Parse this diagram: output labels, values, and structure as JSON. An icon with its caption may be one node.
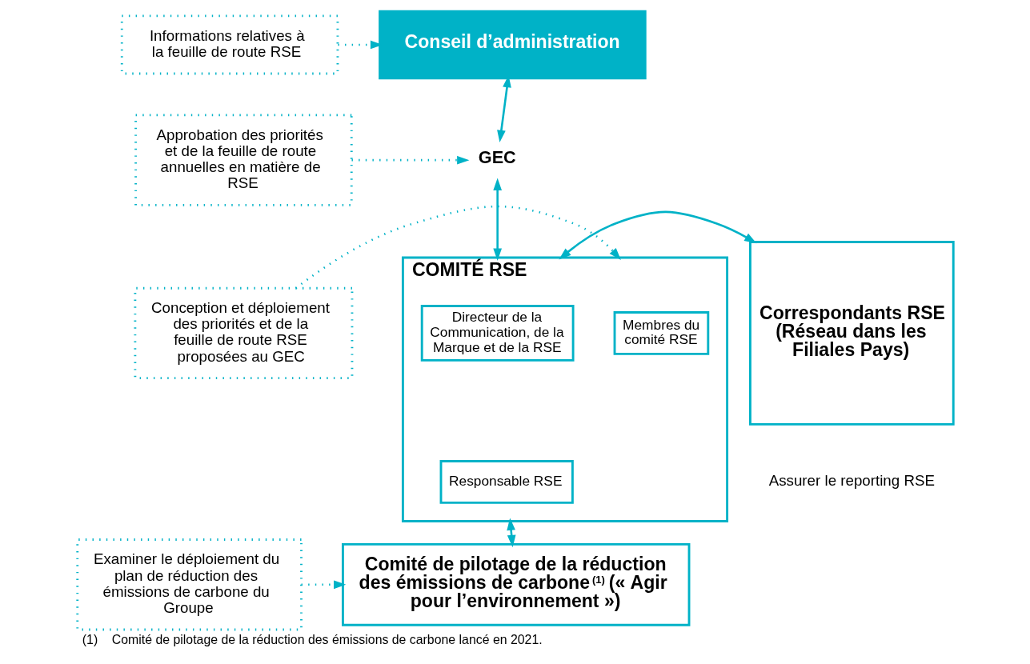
{
  "diagram": {
    "caption": "(1)    Comité de pilotage de la réduction des émissions de carbone lancé en 2021.",
    "nodes": [
      {
        "text": [
          "Informations relatives à la feuille de route RSE"
        ]
      },
      {
        "text": [
          "Conseil d’administration"
        ]
      },
      {
        "text": [
          "Approbation des priorités et de la feuille de route annuelles en matière de RSE"
        ]
      },
      {
        "text": [
          "GEC"
        ]
      },
      {
        "text": [
          "COMITÉ RSE"
        ]
      },
      {
        "text": [
          "Membres du comité RSE"
        ],
        "in": 4
      },
      {
        "text": [
          "Directeur de la Communication, de la Marque et de la RSE"
        ],
        "in": 4
      },
      {
        "text": [
          "Responsable RSE"
        ],
        "in": 4
      },
      {
        "text": [
          "Conception et déploiement des priorités et de la feuille de route RSE proposées au GEC"
        ]
      },
      {
        "text": [
          "Correspondants RSE (Réseau dans les Filiales Pays)"
        ],
        "beside": [
          "Assurer le reporting RSE"
        ]
      },
      {
        "text": [
          "Examiner le déploiement du plan de réduction des émissions de carbone du Groupe"
        ]
      },
      {
        "text": [
          "Comité de pilotage de la réduction des émissions de carbone$^{(1)}$ (« Agir pour l’environnement »)"
        ]
      }
    ],
    "edges": [
      {
        "from": 0,
        "to": 1,
        "arrow": "to",
        "style": "dashed"
      },
      {
        "from": 1,
        "to": 3,
        "arrow": "both"
      },
      {
        "from": 2,
        "to": 3,
        "arrow": "to",
        "style": "dashed"
      },
      {
        "from": 3,
        "to": 4,
        "arrow": "both"
      },
      {
        "from": 8,
        "to": 4,
        "arrow": "to",
        "style": "dashed"
      },
      {
        "from": 4,
        "to": 9,
        "arrow": "both"
      },
      {
        "from": 4,
        "to": 11,
        "arrow": "both"
      },
      {
        "from": 10,
        "to": 11,
        "arrow": "to",
        "style": "dashed"
      }
    ]
  }
}
